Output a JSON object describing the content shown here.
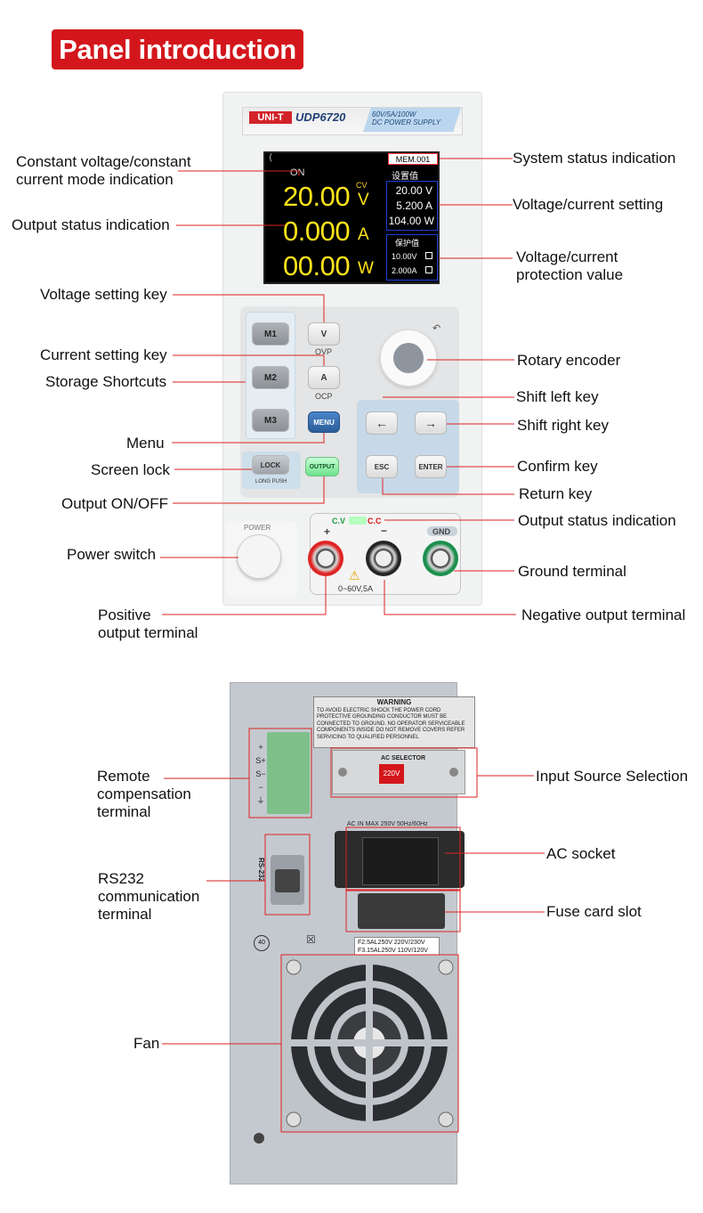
{
  "title": "Panel introduction",
  "front": {
    "brand": "UNI-T",
    "model": "UDP6720",
    "spec_line1": "60V/5A/100W",
    "spec_line2": "DC POWER SUPPLY",
    "screen": {
      "mem": "MEM.001",
      "status": "ON",
      "mode": "CV",
      "voltage": "20.00",
      "voltage_unit": "V",
      "current": "0.000",
      "current_unit": "A",
      "power": "00.00",
      "power_unit": "W",
      "set_title": "设置值",
      "set_voltage": "20.00 V",
      "set_current": "5.200 A",
      "set_power": "104.00 W",
      "prot_title": "保护值",
      "prot_voltage": "10.00V",
      "prot_current": "2.000A"
    },
    "keys": {
      "m1": "M1",
      "m2": "M2",
      "m3": "M3",
      "v": "V",
      "ovp": "OVP",
      "a": "A",
      "ocp": "OCP",
      "menu": "MENU",
      "lock": "LOCK",
      "long_push": "LONG PUSH",
      "output": "OUTPUT",
      "esc": "ESC",
      "enter": "ENTER",
      "left": "←",
      "right": "→"
    },
    "power_label": "POWER",
    "cv": "C.V",
    "cc": "C.C",
    "plus": "+",
    "minus": "−",
    "gnd": "GND",
    "range": "0~60V,5A"
  },
  "labels_front": {
    "cv_cc_mode": "Constant voltage/constant\ncurrent mode indication",
    "output_status": "Output status indication",
    "system_status": "System status indication",
    "vc_setting": "Voltage/current setting",
    "vc_protection": "Voltage/current\nprotection value",
    "voltage_key": "Voltage setting key",
    "current_key": "Current setting key",
    "storage": "Storage Shortcuts",
    "rotary": "Rotary encoder",
    "shift_left": "Shift left key",
    "shift_right": "Shift right key",
    "menu": "Menu",
    "screen_lock": "Screen lock",
    "confirm": "Confirm key",
    "return": "Return key",
    "output_onoff": "Output ON/OFF",
    "output_status2": "Output status indication",
    "power_switch": "Power switch",
    "ground": "Ground terminal",
    "positive": "Positive\noutput terminal",
    "negative": "Negative output terminal"
  },
  "back": {
    "warning_title": "WARNING",
    "warning_text": "TO AVOID ELECTRIC SHOCK THE POWER CORD PROTECTIVE GROUNDING CONDUCTOR MUST BE CONNECTED TO GROUND. NO OPERATOR SERVICEABLE COMPONENTS INSIDE DO NOT REMOVE COVERS REFER SERVICING TO QUALIFIED PERSONNEL",
    "ac_selector": "AC SELECTOR",
    "ac_value": "220V",
    "ac_in": "AC IN MAX 250V 50Hz/60Hz",
    "fuse_line1": "F2.5AL250V  220V/230V",
    "fuse_line2": "F3.15AL250V  110V/120V",
    "rs232": "RS-232",
    "terminal_labels": [
      "+",
      "S+",
      "S−",
      "−",
      "⏚"
    ]
  },
  "labels_back": {
    "remote": "Remote\ncompensation\nterminal",
    "input_source": "Input Source Selection",
    "ac_socket": "AC socket",
    "rs232": "RS232\ncommunication\nterminal",
    "fuse": "Fuse card slot",
    "fan": "Fan"
  }
}
